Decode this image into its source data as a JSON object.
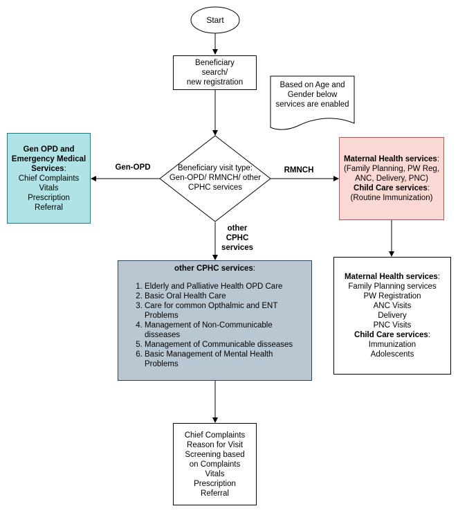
{
  "nodes": {
    "start": {
      "label": "Start"
    },
    "registration": {
      "lines": [
        "Beneficiary",
        "search/",
        "new registration"
      ]
    },
    "note": {
      "lines": [
        "Based on Age and",
        "Gender below",
        "services are enabled"
      ]
    },
    "decision": {
      "lines": [
        "Beneficiary visit type:",
        "Gen-OPD/ RMNCH/ other",
        "CPHC services"
      ]
    },
    "gen_opd": {
      "heading_lines": [
        "Gen OPD and",
        "Emergency Medical",
        "Services"
      ],
      "items": [
        "Chief Complaints",
        "Vitals",
        "Prescription",
        "Referral"
      ]
    },
    "rmnch": {
      "maternal_heading": "Maternal Health services",
      "maternal_lines": [
        "(Family Planning, PW Reg,",
        "ANC, Delivery, PNC)"
      ],
      "child_heading": "Child Care services",
      "child_lines": [
        "(Routine Immunization)"
      ]
    },
    "rmnch_detail": {
      "maternal_heading": "Maternal Health services",
      "maternal_items": [
        "Family Planning services",
        "PW Registration",
        "ANC Visits",
        "Delivery",
        "PNC Visits"
      ],
      "child_heading": "Child Care services",
      "child_items": [
        "Immunization",
        "Adolescents"
      ]
    },
    "cphc": {
      "title": "other CPHC services",
      "items": [
        "Elderly and Palliative Health OPD Care",
        "Basic Oral Health Care",
        "Care for common Opthalmic and ENT Problems",
        "Management of Non-Communicable disseases",
        "Management of Communicable disseases",
        "Basic Management of Mental Health Problems"
      ]
    },
    "cphc_detail": {
      "items": [
        "Chief Complaints",
        "Reason for Visit",
        "Screening based",
        "on Complaints",
        "Vitals",
        "Prescription",
        "Referral"
      ]
    }
  },
  "edges": {
    "gen_opd_label": "Gen-OPD",
    "rmnch_label": "RMNCH",
    "cphc_label_lines": [
      "other",
      "CPHC",
      "services"
    ]
  },
  "colors": {
    "gen_opd_fill": "#b0e3e6",
    "rmnch_fill": "#fad9d5",
    "rmnch_border": "#b85450",
    "cphc_fill": "#b9c7d3"
  }
}
